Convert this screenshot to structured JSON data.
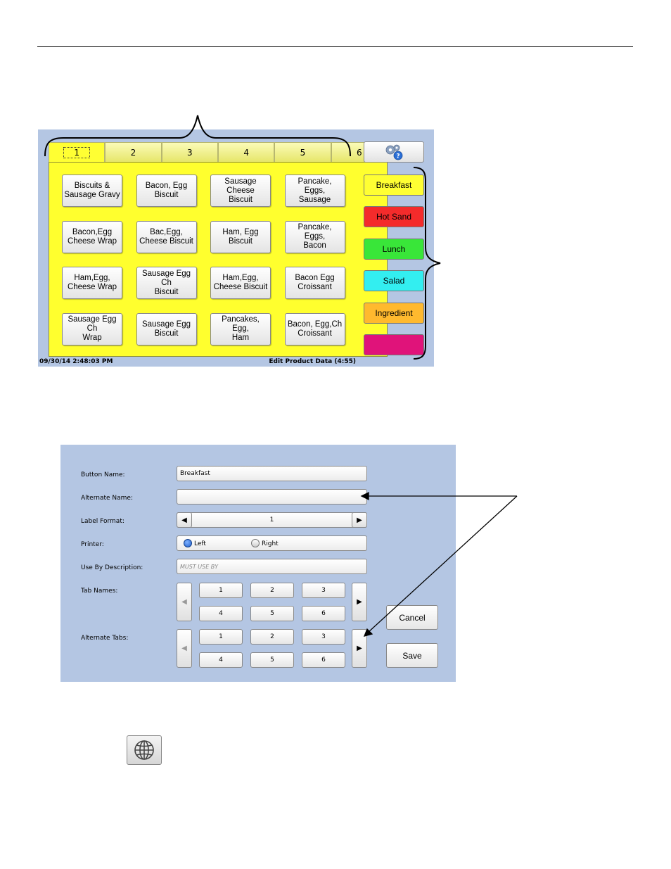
{
  "screen1": {
    "tabs": [
      "1",
      "2",
      "3",
      "4",
      "5",
      "6"
    ],
    "active_tab": "1",
    "product_buttons": [
      [
        "Biscuits &",
        "Sausage Gravy"
      ],
      [
        "Bacon, Egg",
        "Biscuit"
      ],
      [
        "Sausage Cheese",
        "Biscuit"
      ],
      [
        "Pancake,  Eggs,",
        "Sausage"
      ],
      [
        "Bacon,Egg",
        "Cheese Wrap"
      ],
      [
        "Bac,Egg,",
        "Cheese Biscuit"
      ],
      [
        "Ham, Egg",
        "Biscuit"
      ],
      [
        "Pancake,  Eggs,",
        "Bacon"
      ],
      [
        "Ham,Egg,",
        "Cheese Wrap"
      ],
      [
        "Sausage Egg Ch",
        "Biscuit"
      ],
      [
        "Ham,Egg,",
        "Cheese Biscuit"
      ],
      [
        "Bacon Egg",
        "Croissant"
      ],
      [
        "Sausage Egg Ch",
        "Wrap"
      ],
      [
        "Sausage  Egg",
        "Biscuit"
      ],
      [
        "Pancakes,  Egg,",
        "Ham"
      ],
      [
        "Bacon, Egg,Ch",
        "Croissant"
      ]
    ],
    "categories": [
      {
        "label": "Breakfast",
        "color": "#ffff33"
      },
      {
        "label": "Hot Sand",
        "color": "#f42b2b"
      },
      {
        "label": "Lunch",
        "color": "#39e639"
      },
      {
        "label": "Salad",
        "color": "#33eef0"
      },
      {
        "label": "Ingredient",
        "color": "#ffb92e"
      },
      {
        "label": "",
        "color": "#e0137a"
      }
    ],
    "settings_icon": "gears-help-icon",
    "status_datetime": "09/30/14  2:48:03 PM",
    "status_mode": "Edit Product Data (4:55)"
  },
  "screen2": {
    "labels": {
      "button_name": "Button Name:",
      "alternate_name": "Alternate Name:",
      "label_format": "Label Format:",
      "printer": "Printer:",
      "use_by": "Use By Description:",
      "tab_names": "Tab Names:",
      "alternate_tabs": "Alternate Tabs:"
    },
    "button_name_value": "Breakfast",
    "alternate_name_value": "",
    "label_format_value": "1",
    "printer_options": [
      "Left",
      "Right"
    ],
    "printer_selected": "Left",
    "use_by_placeholder": "MUST USE BY",
    "tab_names": [
      "1",
      "2",
      "3",
      "4",
      "5",
      "6"
    ],
    "alternate_tabs": [
      "1",
      "2",
      "3",
      "4",
      "5",
      "6"
    ],
    "cancel_label": "Cancel",
    "save_label": "Save"
  },
  "globe_icon": "globe-icon"
}
